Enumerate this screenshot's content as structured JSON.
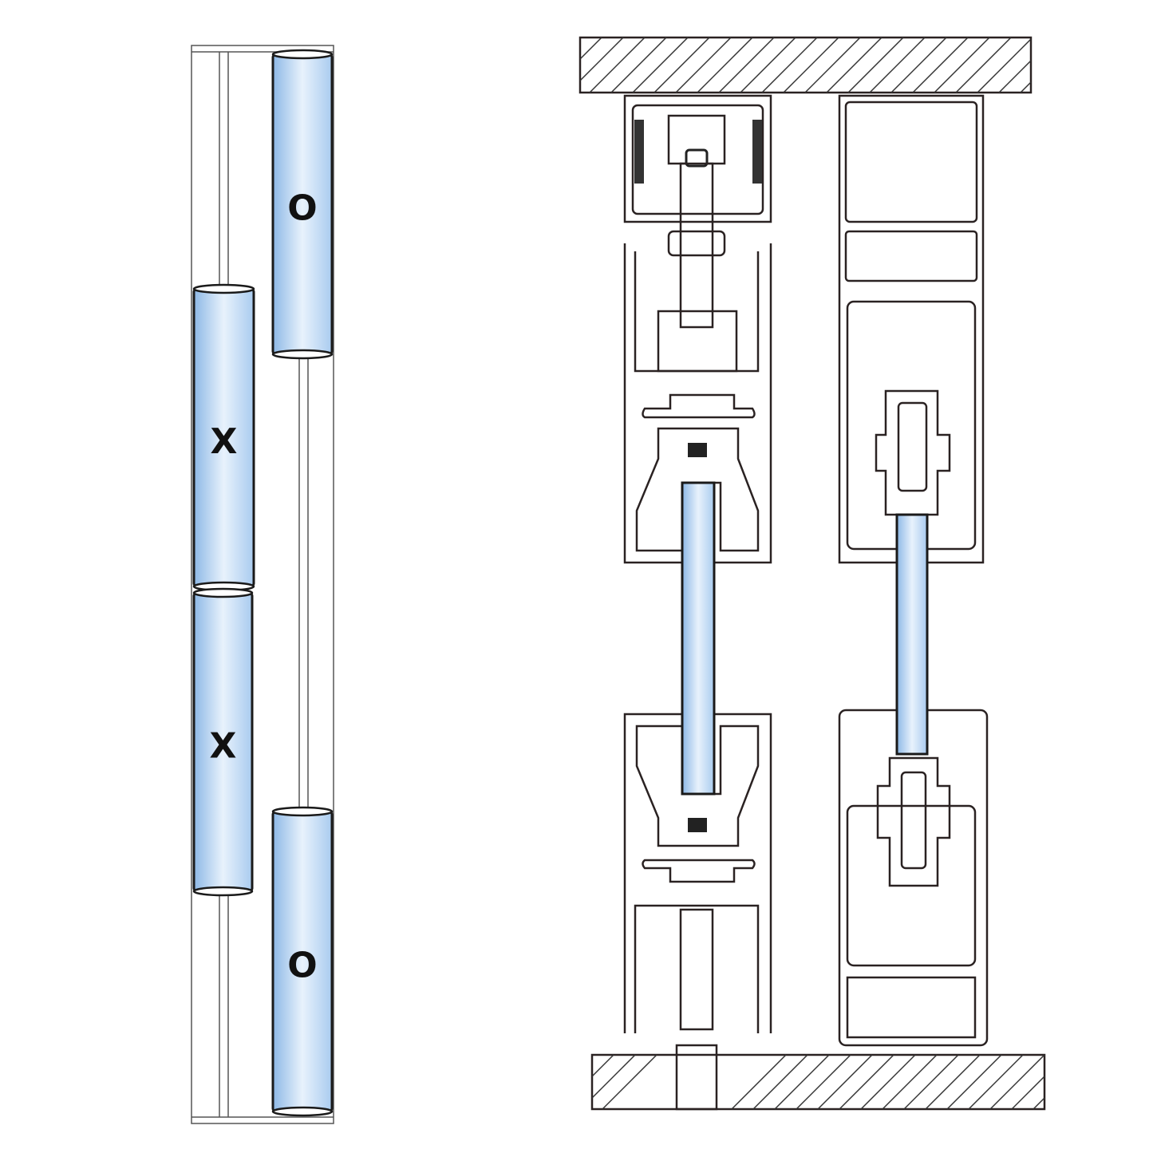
{
  "plan_view": {
    "panels": [
      {
        "label": "O",
        "type": "fixed"
      },
      {
        "label": "X",
        "type": "sliding"
      },
      {
        "label": "X",
        "type": "sliding"
      },
      {
        "label": "O",
        "type": "fixed"
      }
    ]
  },
  "colors": {
    "glass": "#a9cbef",
    "glass_highlight": "#e8f2fc",
    "profile_line": "#2a2222",
    "hatch": "#333333"
  }
}
